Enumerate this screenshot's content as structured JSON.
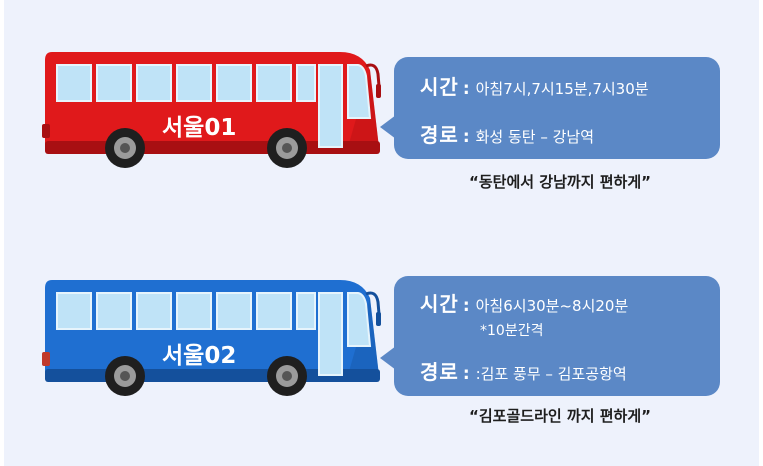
{
  "buses": [
    {
      "name": "서울01",
      "color": "#e0191b",
      "color_dark": "#a80f12",
      "time_label": "시간",
      "colon": ":",
      "time_value": "아침7시,7시15분,7시30분",
      "note": "",
      "route_label": "경로",
      "route_value": "화성 동탄 – 강남역",
      "slogan": "“동탄에서 강남까지 편하게”"
    },
    {
      "name": "서울02",
      "color": "#1f6fd1",
      "color_dark": "#14509c",
      "time_label": "시간",
      "colon": ":",
      "time_value": "아침6시30분~8시20분",
      "note": "*10분간격",
      "route_label": "경로",
      "route_value": ":김포 풍무 – 김포공항역",
      "slogan": "“김포골드라인 까지 편하게”"
    }
  ],
  "colors": {
    "bubble": "#5b88c6",
    "background": "#eef2fc"
  }
}
